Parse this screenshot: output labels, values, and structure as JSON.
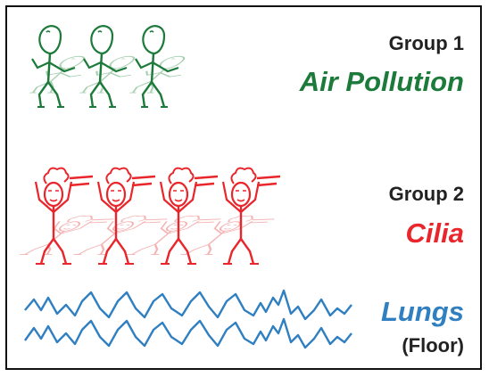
{
  "groups": [
    {
      "title": "Group 1",
      "name": "Air Pollution",
      "color": "#1c7a3a",
      "ghost_color": "#9cc8a6",
      "figure_icon": "dancing-stick-figure-icon",
      "figure_count": 3
    },
    {
      "title": "Group 2",
      "name": "Cilia",
      "color": "#e8262b",
      "ghost_color": "#f3a7a8",
      "figure_icon": "waving-stick-figure-icon",
      "figure_count": 4
    }
  ],
  "floor": {
    "name": "Lungs",
    "note": "(Floor)",
    "color": "#2f7fc1",
    "icon": "wavy-lines-icon"
  }
}
